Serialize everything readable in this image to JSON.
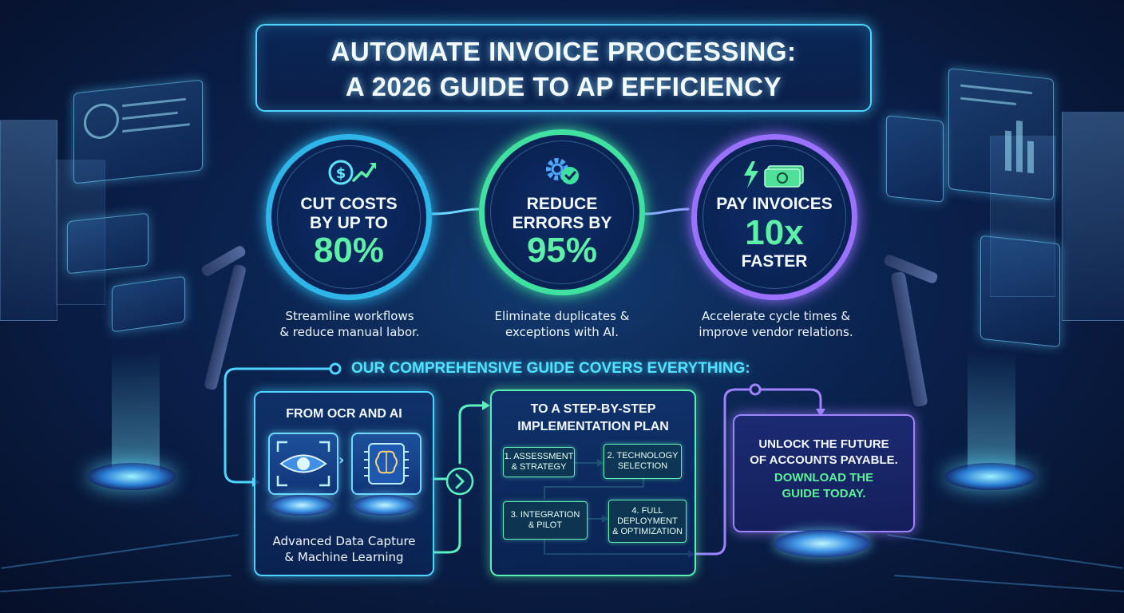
{
  "title": {
    "line1": "AUTOMATE INVOICE PROCESSING:",
    "line2": "A 2026 GUIDE TO AP EFFICIENCY"
  },
  "stats": [
    {
      "label_line1": "CUT COSTS",
      "label_line2": "BY UP TO",
      "value": "80%",
      "icon": "dollar-growth-icon",
      "desc_line1": "Streamline workflows",
      "desc_line2": "& reduce manual labor.",
      "color": "#3fe0c8"
    },
    {
      "label_line1": "REDUCE",
      "label_line2": "ERRORS BY",
      "value": "95%",
      "icon": "gear-check-icon",
      "desc_line1": "Eliminate duplicates &",
      "desc_line2": "exceptions with AI.",
      "color": "#45f0a0"
    },
    {
      "label_line1": "PAY INVOICES",
      "value": "10x",
      "label_line3": "FASTER",
      "icon": "lightning-cash-icon",
      "desc_line1": "Accelerate cycle times &",
      "desc_line2": "improve vendor relations.",
      "color": "#a57dff"
    }
  ],
  "guide_heading": "OUR COMPREHENSIVE GUIDE COVERS EVERYTHING:",
  "panel_ocr": {
    "title": "FROM OCR AND AI",
    "caption_line1": "Advanced Data Capture",
    "caption_line2": "& Machine Learning"
  },
  "panel_plan": {
    "title_line1": "TO A STEP-BY-STEP",
    "title_line2": "IMPLEMENTATION PLAN",
    "steps": [
      {
        "line1": "1. ASSESSMENT",
        "line2": "& STRATEGY"
      },
      {
        "line1": "2. TECHNOLOGY",
        "line2": "SELECTION"
      },
      {
        "line1": "3. INTEGRATION",
        "line2": "& PILOT"
      },
      {
        "line1": "4. FULL",
        "line2": "DEPLOYMENT",
        "line3": "& OPTIMIZATION"
      }
    ]
  },
  "cta": {
    "line1": "UNLOCK THE FUTURE",
    "line2": "OF ACCOUNTS PAYABLE.",
    "line3": "DOWNLOAD THE",
    "line4": "GUIDE TODAY."
  },
  "colors": {
    "cyan": "#4fd4ff",
    "green": "#63f0b8",
    "purple": "#9e82ff",
    "cta_green": "#5cf09a"
  }
}
